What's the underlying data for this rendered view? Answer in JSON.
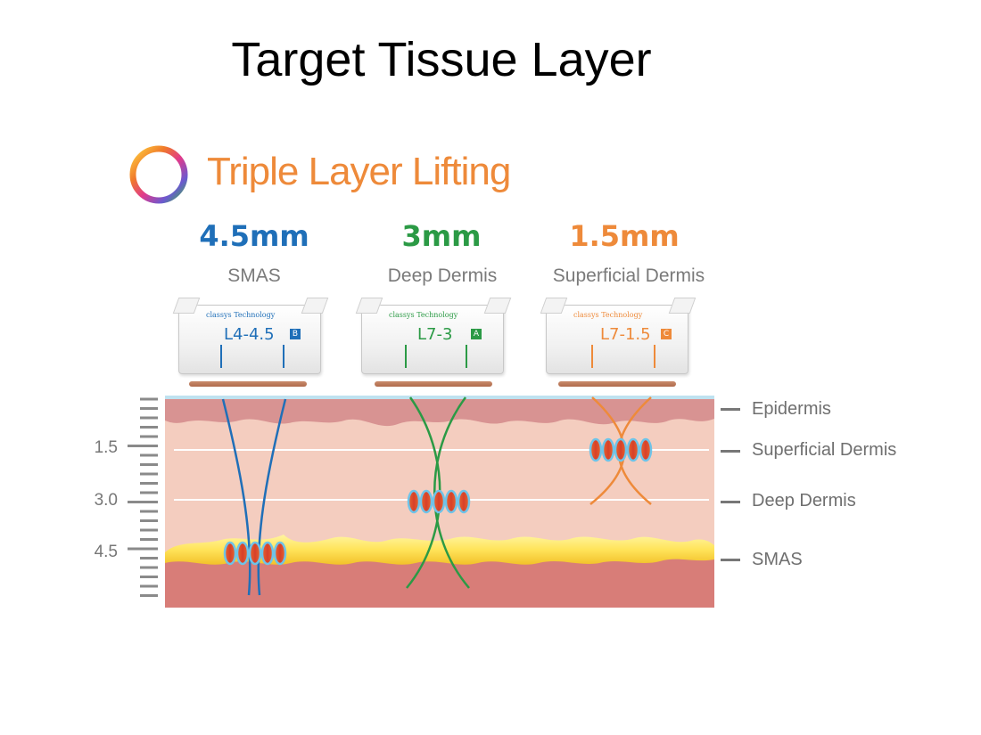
{
  "title": "Target Tissue Layer",
  "brand": {
    "text": "Triple Layer Lifting"
  },
  "columns": [
    {
      "depth": "4.5mm",
      "layer": "SMAS",
      "cartridge_brand": "classys Technology",
      "model": "L4-4.5",
      "badge": "B",
      "color": "#1f6fb8"
    },
    {
      "depth": "3mm",
      "layer": "Deep Dermis",
      "cartridge_brand": "classys Technology",
      "model": "L7-3",
      "badge": "A",
      "color": "#2b9a45"
    },
    {
      "depth": "1.5mm",
      "layer": "Superficial Dermis",
      "cartridge_brand": "classys Technology",
      "model": "L7-1.5",
      "badge": "C",
      "color": "#ee8a3a"
    }
  ],
  "scale": {
    "labels": [
      "1.5",
      "3.0",
      "4.5"
    ]
  },
  "layers": [
    "Epidermis",
    "Superficial Dermis",
    "Deep Dermis",
    "SMAS"
  ]
}
